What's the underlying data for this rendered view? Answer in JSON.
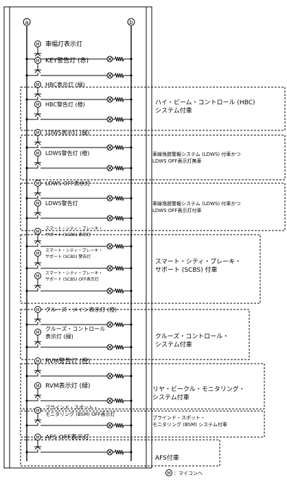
{
  "bus_left_label": "a",
  "bus_right_label": "b",
  "micon_symbol": "M",
  "legend": {
    "symbol": "M",
    "text": "：マイコンへ"
  },
  "rows": [
    {
      "lines": [
        "車幅灯表示灯"
      ]
    },
    {
      "lines": [
        "KEY警告灯 (赤)"
      ]
    },
    {
      "lines": [
        "HBC表示灯 (緑)"
      ]
    },
    {
      "lines": [
        "HBC警告灯 (橙)"
      ]
    },
    {
      "lines": [
        "LDWS表示灯 (緑)"
      ]
    },
    {
      "lines": [
        "LDWS警告灯 (橙)"
      ]
    },
    {
      "lines": [
        "LDWS OFF表示灯"
      ]
    },
    {
      "lines": [
        "LDWS警告灯"
      ]
    },
    {
      "lines": [
        "スマート・シティ・ブレーキ・",
        "サポート (SCBS) 表示灯"
      ]
    },
    {
      "lines": [
        "スマート・シティ・ブレーキ・",
        "サポート (SCBS) 警告灯"
      ]
    },
    {
      "lines": [
        "スマート・シティ・ブレーキ・",
        "サポート (SCBS) OFF表示灯"
      ]
    },
    {
      "lines": [
        "クルーズ・メイン表示灯 (橙)"
      ]
    },
    {
      "lines": [
        "クルーズ・コントロール",
        "表示灯 (緑)"
      ]
    },
    {
      "lines": [
        "RVM警告灯 (橙)"
      ]
    },
    {
      "lines": [
        "RVM表示灯 (緑)"
      ]
    },
    {
      "lines": [
        "ブラインド・スポット・",
        "モニタリング (BSM) OFF表示灯"
      ]
    },
    {
      "lines": [
        "AFS OFF表示灯"
      ]
    }
  ],
  "groups": [
    {
      "lines": [
        "ハイ・ビーム・コントロール (HBC)",
        "システム付車"
      ]
    },
    {
      "lines": [
        "車線逸脱警報システム (LDWS) 付車かつ",
        "LDWS OFF表示灯無車"
      ]
    },
    {
      "lines": [
        "車線逸脱警報システム (LDWS) 付車かつ",
        "LDWS OFF表示灯付車"
      ]
    },
    {
      "lines": [
        "スマート・シティ・ブレーキ・",
        "サポート (SCBS) 付車"
      ]
    },
    {
      "lines": [
        "クルーズ・コントロール・",
        "システム付車"
      ]
    },
    {
      "lines": [
        "リヤ・ビークル・モニタリング・",
        "システム付車"
      ]
    },
    {
      "lines": [
        "ブラインド・スポット・",
        "モニタリング (BSM) システム付車"
      ]
    },
    {
      "lines": [
        "AFS付車"
      ]
    }
  ]
}
